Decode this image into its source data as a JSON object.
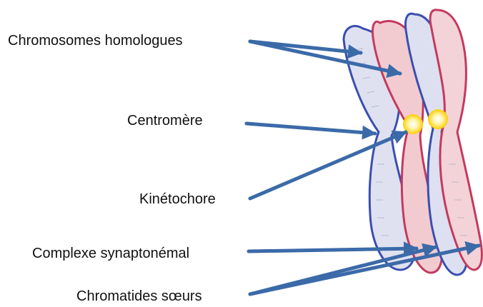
{
  "labels": {
    "homologues": "Chromosomes homologues",
    "centromere": "Centromère",
    "kinetochore": "Kinétochore",
    "synaptonemal": "Complexe synaptonémal",
    "sister_chromatids": "Chromatides sœurs"
  },
  "colors": {
    "arrow": "#3b6aa8",
    "blue_outline": "#3a4fb0",
    "blue_fill": "#d9dcef",
    "red_outline": "#c43a5e",
    "red_fill": "#f0c7cd",
    "centromere_glow": "#ffd21a"
  }
}
